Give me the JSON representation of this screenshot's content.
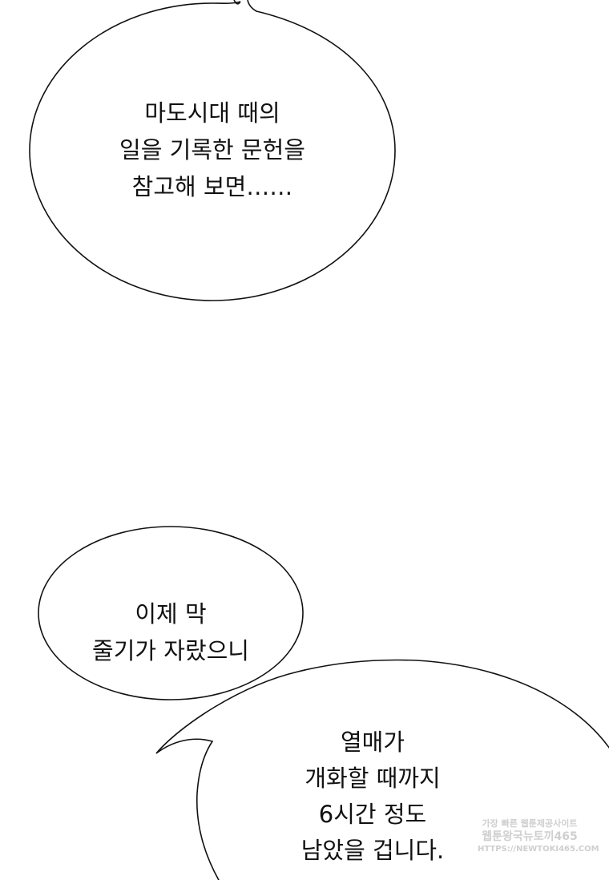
{
  "bubbles": [
    {
      "lines": [
        "마도시대 때의",
        "일을 기록한 문헌을",
        "참고해 보면……"
      ]
    },
    {
      "lines": [
        "이제 막",
        "줄기가 자랐으니"
      ]
    },
    {
      "lines": [
        "열매가",
        "개화할 때까지",
        "6시간 정도",
        "남았을 겁니다."
      ]
    }
  ],
  "watermark": {
    "lines": [
      "가장 빠른 웹툰제공사이트",
      "웹툰왕국뉴토끼465",
      "HTTPS://NEWTOKI465.COM"
    ]
  }
}
